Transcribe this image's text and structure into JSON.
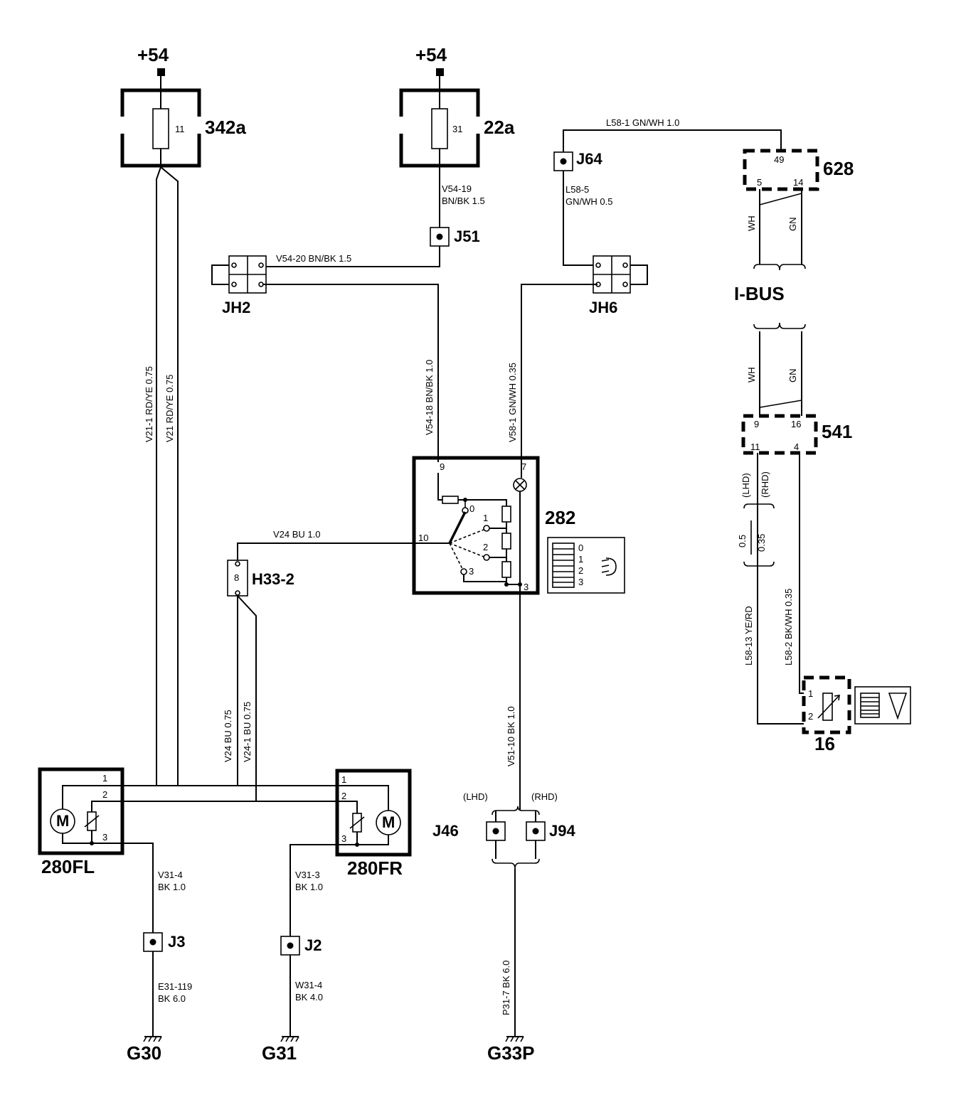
{
  "supply": {
    "left": "+54",
    "mid": "+54"
  },
  "fuses": {
    "f342a": {
      "label": "342a",
      "num": "11"
    },
    "f22a": {
      "label": "22a",
      "num": "31"
    }
  },
  "components": {
    "c628": {
      "label": "628",
      "pins": [
        "49",
        "5",
        "14"
      ]
    },
    "c541": {
      "label": "541",
      "pins": [
        "9",
        "16",
        "11",
        "4"
      ]
    },
    "c282": {
      "label": "282",
      "pins": [
        "9",
        "7",
        "10",
        "3"
      ],
      "positions": [
        "0",
        "1",
        "2",
        "3"
      ]
    },
    "c16": {
      "label": "16",
      "pins": [
        "1",
        "2"
      ]
    },
    "m280fl": {
      "label": "280FL",
      "pins": [
        "1",
        "2",
        "3"
      ],
      "motor": "M"
    },
    "m280fr": {
      "label": "280FR",
      "pins": [
        "1",
        "2",
        "3"
      ],
      "motor": "M"
    }
  },
  "junctions": {
    "j64": "J64",
    "j51": "J51",
    "j3": "J3",
    "j2": "J2",
    "j46": "J46",
    "j94": "J94"
  },
  "connectors": {
    "jh2": "JH2",
    "jh6": "JH6",
    "h33_2": "H33-2",
    "h33_2_pin": "8",
    "ibus": "I-BUS"
  },
  "grounds": {
    "g30": "G30",
    "g31": "G31",
    "g33p": "G33P"
  },
  "wires": {
    "l58_1": "L58-1   GN/WH 1.0",
    "l58_5": [
      "L58-5",
      "GN/WH 0.5"
    ],
    "v54_19": [
      "V54-19",
      "BN/BK  1.5"
    ],
    "v54_20": "V54-20  BN/BK  1.5",
    "v54_18": "V54-18    BN/BK  1.0",
    "v58_1": "V58-1    GN/WH 0.35",
    "v21_1": "V21-1    RD/YE 0.75",
    "v21": "V21  RD/YE  0.75",
    "v24": "V24  BU  1.0",
    "v24_l": "V24   BU  0.75",
    "v24_1": "V24-1    BU  0.75",
    "v51_10": "V51-10    BK  1.0",
    "wh": "WH",
    "gn": "GN",
    "lhd": "(LHD)",
    "rhd": "(RHD)",
    "frac_top": "0.5",
    "frac_bot": "0.35",
    "l58_13": "L58-13    YE/RD",
    "l58_2": "L58-2    BK/WH 0.35",
    "v31_4": [
      "V31-4",
      "BK  1.0"
    ],
    "v31_3": [
      "V31-3",
      "BK  1.0"
    ],
    "e31_119": [
      "E31-119",
      "BK  6.0"
    ],
    "w31_4": [
      "W31-4",
      "BK  4.0"
    ],
    "p31_7": "P31-7    BK 6.0",
    "lhd2": "(LHD)",
    "rhd2": "(RHD)"
  },
  "legend282": [
    "0",
    "1",
    "2",
    "3"
  ]
}
